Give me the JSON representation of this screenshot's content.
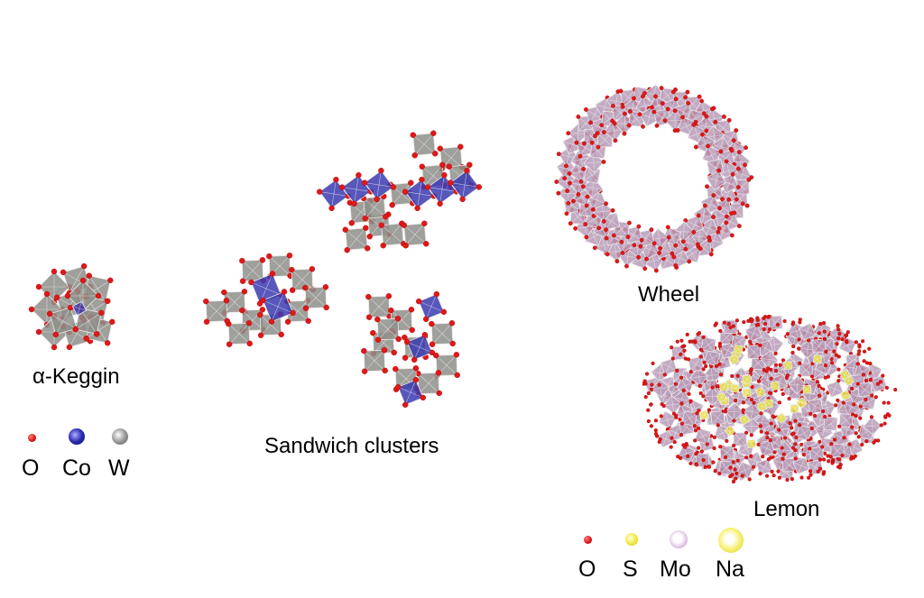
{
  "structures": {
    "keggin": {
      "label": "α-Keggin"
    },
    "sandwich": {
      "label": "Sandwich clusters"
    },
    "wheel": {
      "label": "Wheel"
    },
    "lemon": {
      "label": "Lemon"
    }
  },
  "legend_left": {
    "atoms": [
      {
        "symbol": "O",
        "color": "#e01818"
      },
      {
        "symbol": "Co",
        "color": "#2a2aa8"
      },
      {
        "symbol": "W",
        "color": "#8a8a8a"
      }
    ]
  },
  "legend_right": {
    "atoms": [
      {
        "symbol": "O",
        "color": "#e01818"
      },
      {
        "symbol": "S",
        "color": "#f2ea3c"
      },
      {
        "symbol": "Mo",
        "color": "#e8d4ec"
      },
      {
        "symbol": "Na",
        "color": "#f4ee60"
      }
    ]
  },
  "colors": {
    "oxygen": "#e01818",
    "tungsten_polyhedron": "#8e8e8a",
    "cobalt_polyhedron": "#3a3ab0",
    "molybdenum_polyhedron": "#b89cb8",
    "sulfur": "#e8e040"
  }
}
